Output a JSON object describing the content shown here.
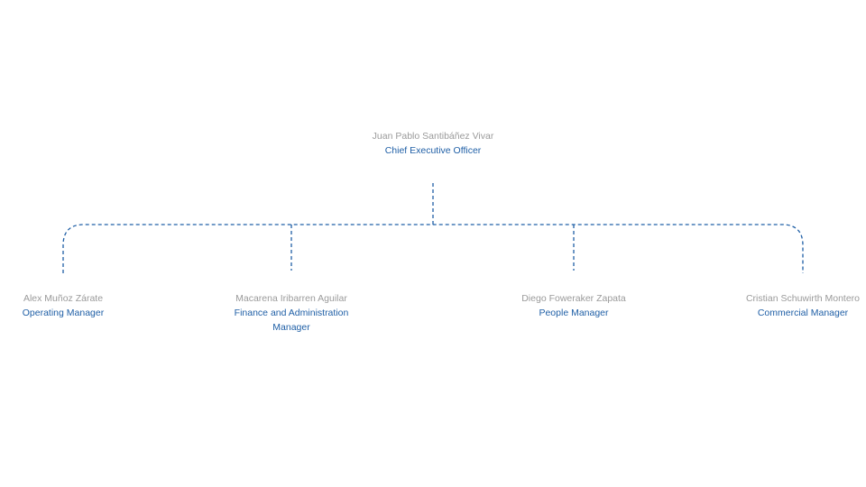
{
  "ceo": {
    "name": "Juan Pablo Santibáñez Vivar",
    "role": "Chief Executive Officer"
  },
  "reports": [
    {
      "name": "Alex Muñoz Zárate",
      "role": "Operating Manager"
    },
    {
      "name": "Macarena Iribarren Aguilar",
      "role": "Finance  and Administration Manager"
    },
    {
      "name": "Diego Foweraker Zapata",
      "role": "People Manager"
    },
    {
      "name": "Cristian Schuwirth Montero",
      "role": "Commercial Manager"
    }
  ],
  "colors": {
    "name_text": "#9a9a9a",
    "role_text": "#1f5fa6",
    "connector": "#1f5fa6"
  }
}
